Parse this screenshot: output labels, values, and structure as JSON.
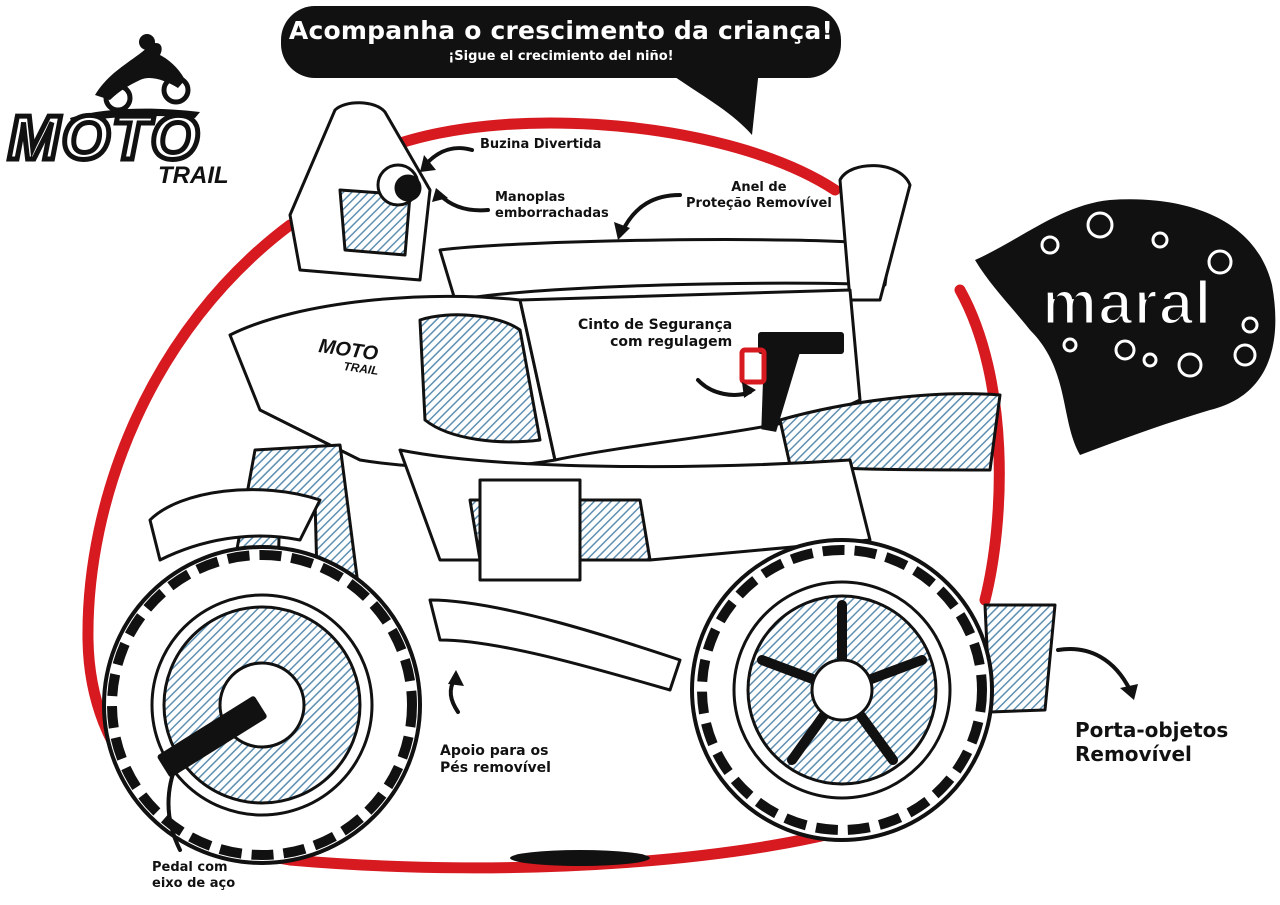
{
  "banner": {
    "title": "Acompanha o crescimento da criança!",
    "subtitle": "¡Sigue el crecimiento del niño!"
  },
  "logo_moto": {
    "line1": "MOTO",
    "line2": "TRAIL"
  },
  "logo_maral": {
    "text": "maral"
  },
  "decal": {
    "line1": "MOTO",
    "line2": "TRAIL"
  },
  "callouts": {
    "buzina": "Buzina Divertida",
    "manoplas_l1": "Manoplas",
    "manoplas_l2": "emborrachadas",
    "anel_l1": "Anel de",
    "anel_l2": "Proteção Removível",
    "cinto_l1": "Cinto de Segurança",
    "cinto_l2": "com regulagem",
    "apoio_l1": "Apoio para os",
    "apoio_l2": "Pés removível",
    "porta_l1": "Porta-objetos",
    "porta_l2": "Removível",
    "pedal_l1": "Pedal com",
    "pedal_l2": "eixo de aço"
  },
  "colors": {
    "ring": "#d71920",
    "accent_blue": "#8fb3c9",
    "ink": "#111111",
    "background": "#ffffff"
  }
}
